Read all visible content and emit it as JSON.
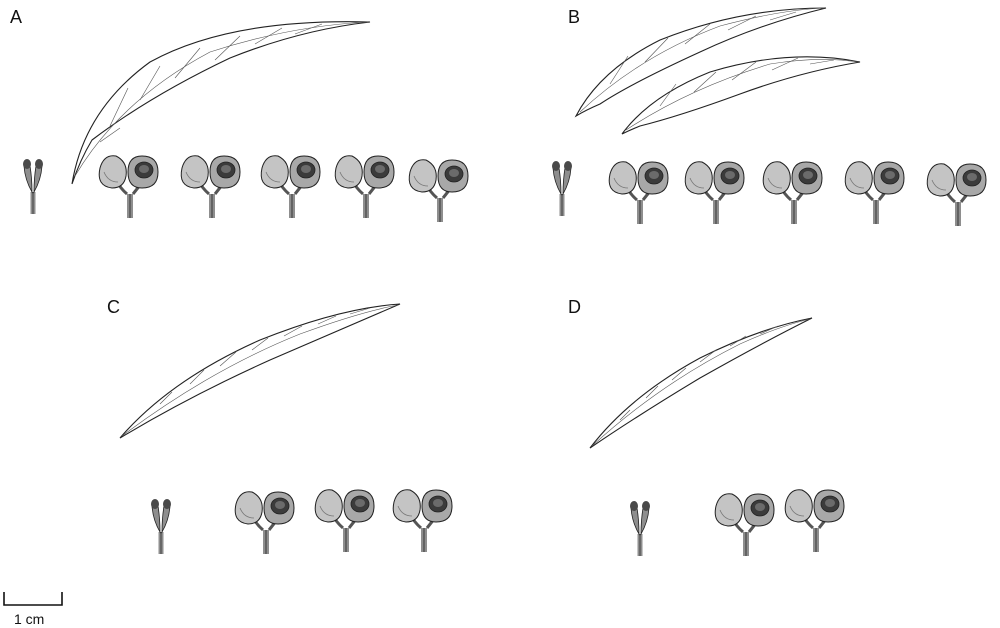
{
  "panels": {
    "a": {
      "label": "A"
    },
    "b": {
      "label": "B"
    },
    "c": {
      "label": "C"
    },
    "d": {
      "label": "D"
    }
  },
  "scale_bar": {
    "label": "1 cm"
  },
  "colors": {
    "ink": "#222222",
    "capsule_fill": "#9a9a9a",
    "shade": "#4a4a4a",
    "background": "#ffffff"
  }
}
